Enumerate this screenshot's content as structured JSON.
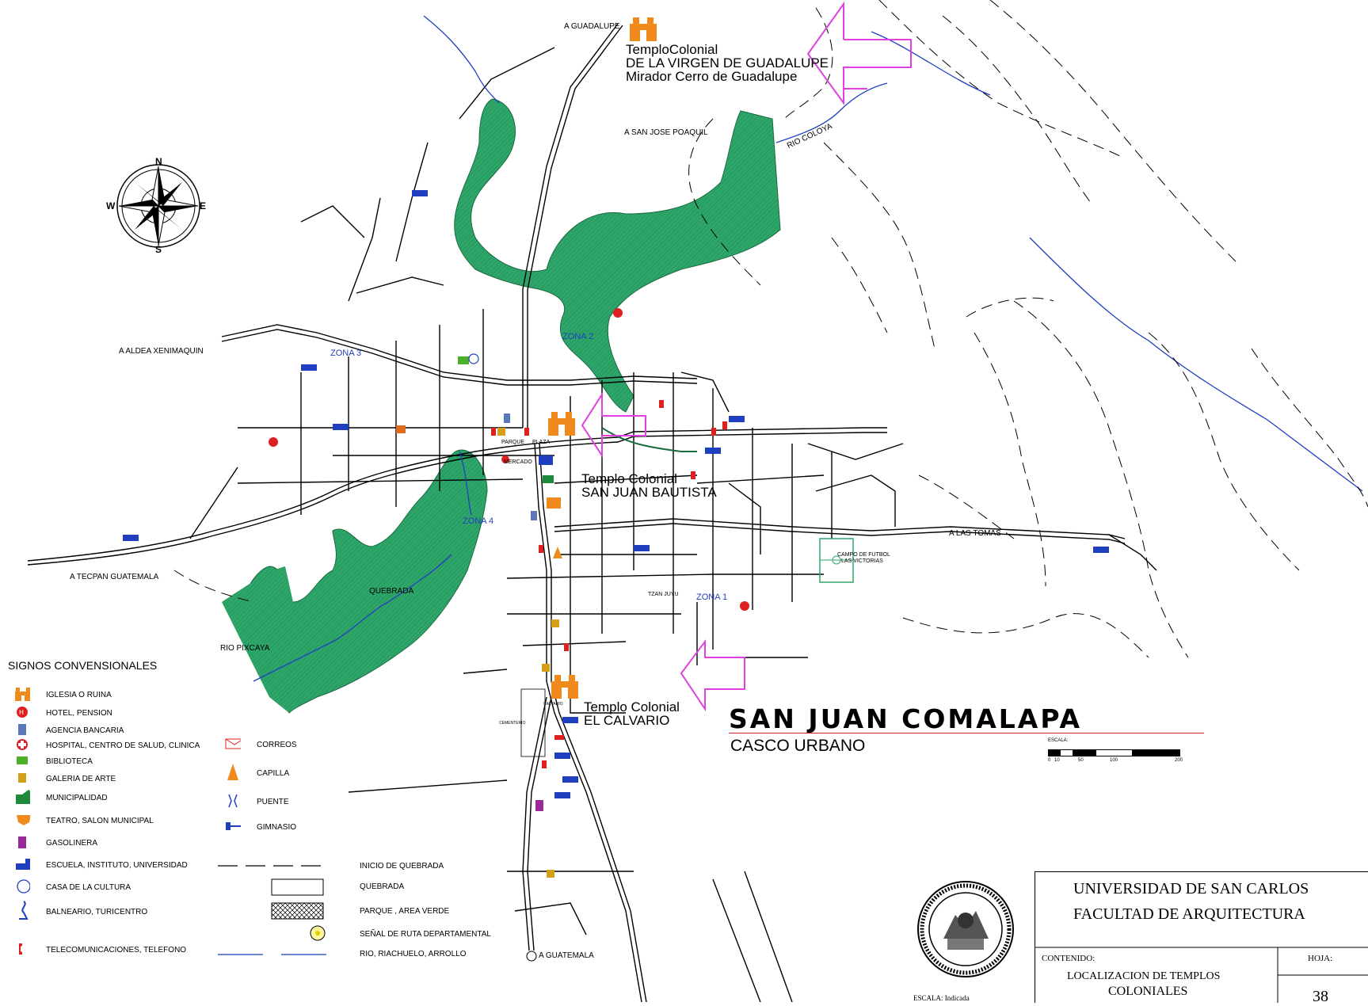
{
  "map": {
    "title": "SAN JUAN COMALAPA",
    "subtitle": "CASCO URBANO",
    "compass": {
      "n": "N",
      "s": "S",
      "e": "E",
      "w": "W"
    },
    "destinations": {
      "guadalupe": "A GUADALUPE",
      "san_jose_poaquil": "A SAN JOSE POAQUIL",
      "aldea_xenimaquin": "A ALDEA XENIMAQUIN",
      "tecpan": "A TECPAN GUATEMALA",
      "las_tomas": "A LAS TOMAS",
      "guatemala": "A  GUATEMALA"
    },
    "rivers": {
      "coloya": "RIO COLOYA",
      "pixcaya": "RIO PIXCAYA",
      "quebrada": "QUEBRADA"
    },
    "zones": {
      "z1": "ZONA 1",
      "z2": "ZONA 2",
      "z3": "ZONA 3",
      "z4": "ZONA 4"
    },
    "small_labels": {
      "parque": "PARQUE",
      "plaza": "PLAZA",
      "mercado": "MERCADO",
      "tzan_juyu": "TZAN JUYU",
      "campo": "CAMPO DE FUTBOL",
      "las_victorias": "LAS VICTORIAS",
      "cementerio": "CEMENTERIO",
      "calvario_small": "CALVARIO"
    },
    "temples": {
      "guadalupe": [
        "TemploColonial",
        "DE LA VIRGEN DE GUADALUPE",
        "Mirador Cerro de Guadalupe"
      ],
      "san_juan": [
        "Templo Colonial",
        "SAN JUAN BAUTISTA"
      ],
      "calvario": [
        "Templo Colonial",
        "EL CALVARIO"
      ]
    },
    "colors": {
      "green_area": "#2ea66a",
      "river": "#1f3fbf",
      "arrow": "#e040e0",
      "road": "#000000",
      "title_rule": "#d0202a",
      "church": "#f08a1c",
      "hospital": "#e02020",
      "zone_text": "#1f3fbf"
    }
  },
  "legend": {
    "title": "SIGNOS CONVENSIONALES",
    "items_left": [
      {
        "icon": "church-icon",
        "label": "IGLESIA O RUINA"
      },
      {
        "icon": "hotel-icon",
        "label": "HOTEL,  PENSION"
      },
      {
        "icon": "bank-icon",
        "label": "AGENCIA BANCARIA"
      },
      {
        "icon": "hospital-icon",
        "label": "HOSPITAL, CENTRO DE SALUD, CLINICA"
      },
      {
        "icon": "library-icon",
        "label": "BIBLIOTECA"
      },
      {
        "icon": "gallery-icon",
        "label": "GALERIA DE ARTE"
      },
      {
        "icon": "municipality-icon",
        "label": "MUNICIPALIDAD"
      },
      {
        "icon": "theater-icon",
        "label": "TEATRO, SALON MUNICIPAL"
      },
      {
        "icon": "gas-station-icon",
        "label": "GASOLINERA"
      },
      {
        "icon": "school-icon",
        "label": "ESCUELA, INSTITUTO, UNIVERSIDAD"
      },
      {
        "icon": "culture-house-icon",
        "label": "CASA DE LA CULTURA"
      },
      {
        "icon": "resort-icon",
        "label": "BALNEARIO, TURICENTRO"
      },
      {
        "icon": "telephone-icon",
        "label": "TELECOMUNICACIONES, TELEFONO"
      }
    ],
    "items_mid": [
      {
        "icon": "mail-icon",
        "label": "CORREOS"
      },
      {
        "icon": "chapel-icon",
        "label": "CAPILLA"
      },
      {
        "icon": "bridge-icon",
        "label": "PUENTE"
      },
      {
        "icon": "gym-icon",
        "label": "GIMNASIO"
      }
    ],
    "items_right": [
      {
        "icon": "ravine-start-icon",
        "label": "INICIO DE QUEBRADA"
      },
      {
        "icon": "ravine-icon",
        "label": "QUEBRADA"
      },
      {
        "icon": "park-icon",
        "label": "PARQUE , AREA VERDE"
      },
      {
        "icon": "route-sign-icon",
        "label": "SEÑAL DE RUTA DEPARTAMENTAL"
      },
      {
        "icon": "river-icon",
        "label": "RIO, RIACHUELO, ARROLLO"
      }
    ]
  },
  "scale": {
    "label": "ESCALA:",
    "ticks": [
      "0",
      "10",
      "50",
      "100",
      "200"
    ]
  },
  "title_block": {
    "university": "UNIVERSIDAD DE SAN CARLOS",
    "faculty": "FACULTAD DE ARQUITECTURA",
    "content_label": "CONTENIDO:",
    "sheet_label": "HOJA:",
    "content": [
      "LOCALIZACION DE TEMPLOS",
      "COLONIALES"
    ],
    "scale_note": "ESCALA: Indicada",
    "sheet_number": "38"
  }
}
